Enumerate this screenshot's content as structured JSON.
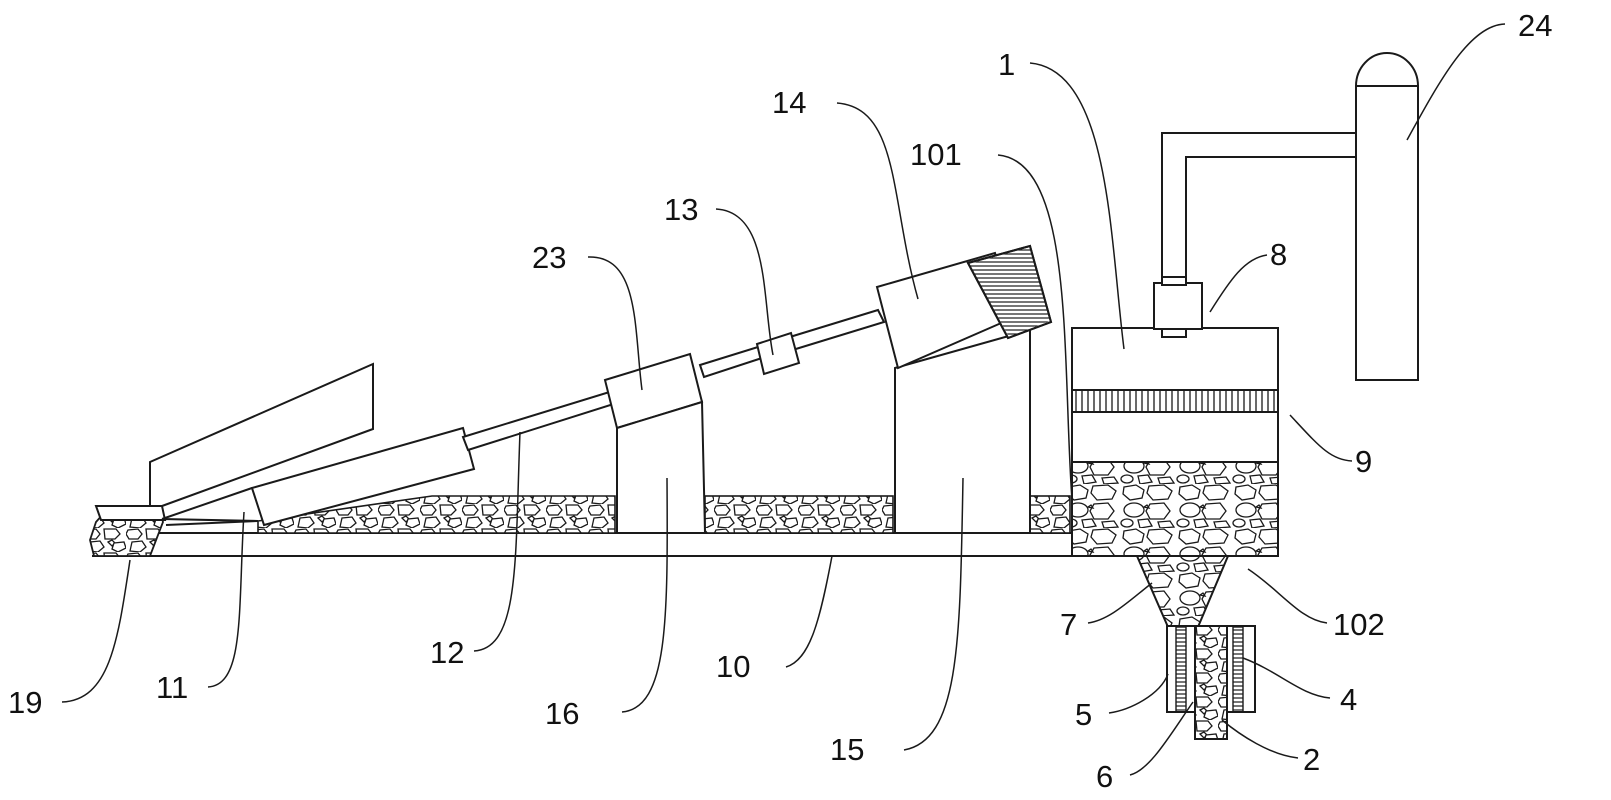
{
  "figure": {
    "type": "patent-technical-drawing",
    "description": "Side view of conveyor/crusher apparatus with gravel bed, hopper and tank",
    "colors": {
      "line": "#1a1a1a",
      "background": "#ffffff"
    }
  },
  "labels": [
    {
      "id": "19",
      "text": "19",
      "part": "discharge-end"
    },
    {
      "id": "11",
      "text": "11",
      "part": "inclined-guide"
    },
    {
      "id": "12",
      "text": "12",
      "part": "push-rod"
    },
    {
      "id": "16",
      "text": "16",
      "part": "front-support"
    },
    {
      "id": "10",
      "text": "10",
      "part": "base-plate"
    },
    {
      "id": "15",
      "text": "15",
      "part": "rear-support"
    },
    {
      "id": "23",
      "text": "23",
      "part": "sleeve-block"
    },
    {
      "id": "13",
      "text": "13",
      "part": "coupling"
    },
    {
      "id": "14",
      "text": "14",
      "part": "drive-head"
    },
    {
      "id": "101",
      "text": "101",
      "part": "side-wall"
    },
    {
      "id": "1",
      "text": "1",
      "part": "housing"
    },
    {
      "id": "8",
      "text": "8",
      "part": "pump"
    },
    {
      "id": "24",
      "text": "24",
      "part": "tank"
    },
    {
      "id": "9",
      "text": "9",
      "part": "screen-mesh"
    },
    {
      "id": "7",
      "text": "7",
      "part": "funnel"
    },
    {
      "id": "102",
      "text": "102",
      "part": "outlet"
    },
    {
      "id": "5",
      "text": "5",
      "part": "outer-sleeve"
    },
    {
      "id": "4",
      "text": "4",
      "part": "heating-coil"
    },
    {
      "id": "6",
      "text": "6",
      "part": "inner-coil"
    },
    {
      "id": "2",
      "text": "2",
      "part": "discharge-pipe"
    }
  ]
}
